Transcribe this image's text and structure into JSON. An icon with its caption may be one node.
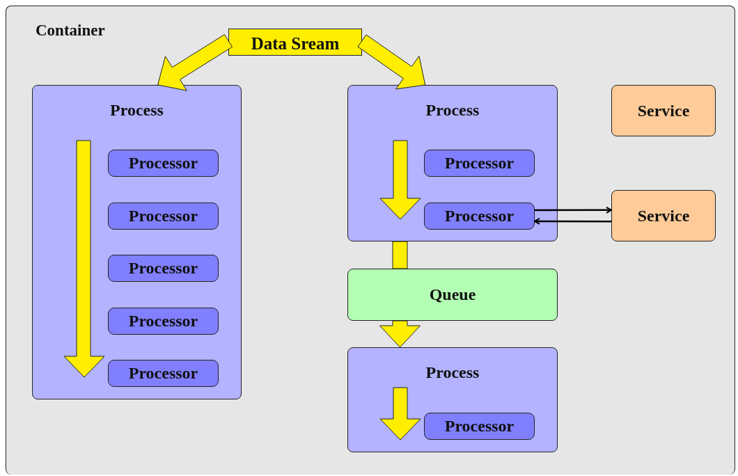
{
  "diagram": {
    "nodes": [
      {
        "text": [
          "Container"
        ]
      },
      {
        "text": [
          "Data Sream"
        ],
        "in": 0
      },
      {
        "text": [
          "Process"
        ],
        "in": 0
      },
      {
        "text": [
          "Processor"
        ],
        "in": 2
      },
      {
        "text": [
          "Processor"
        ],
        "in": 2
      },
      {
        "text": [
          "Processor"
        ],
        "in": 2
      },
      {
        "text": [
          "Processor"
        ],
        "in": 2
      },
      {
        "text": [
          "Processor"
        ],
        "in": 2
      },
      {
        "text": [
          "Process"
        ],
        "in": 0
      },
      {
        "text": [
          "Processor"
        ],
        "in": 8
      },
      {
        "text": [
          "Processor"
        ],
        "in": 8
      },
      {
        "text": [
          "Service"
        ],
        "in": 0
      },
      {
        "text": [
          "Service"
        ],
        "in": 0
      },
      {
        "text": [
          "Queue"
        ],
        "in": 0
      },
      {
        "text": [
          "Process"
        ],
        "in": 0
      },
      {
        "text": [
          "Processor"
        ],
        "in": 14
      }
    ],
    "edges": [
      {
        "from": 1,
        "to": 2,
        "arrow": "to",
        "style": "thick",
        "color": "#ffee00"
      },
      {
        "from": 1,
        "to": 8,
        "arrow": "to",
        "style": "thick",
        "color": "#ffee00"
      },
      {
        "from": 10,
        "to": 12,
        "arrow": "to"
      },
      {
        "from": 12,
        "to": 10,
        "arrow": "to"
      },
      {
        "from": 8,
        "to": 13,
        "arrow": "none",
        "style": "thick",
        "color": "#ffee00"
      },
      {
        "from": 13,
        "to": 14,
        "arrow": "to",
        "style": "thick",
        "color": "#ffee00"
      }
    ]
  }
}
